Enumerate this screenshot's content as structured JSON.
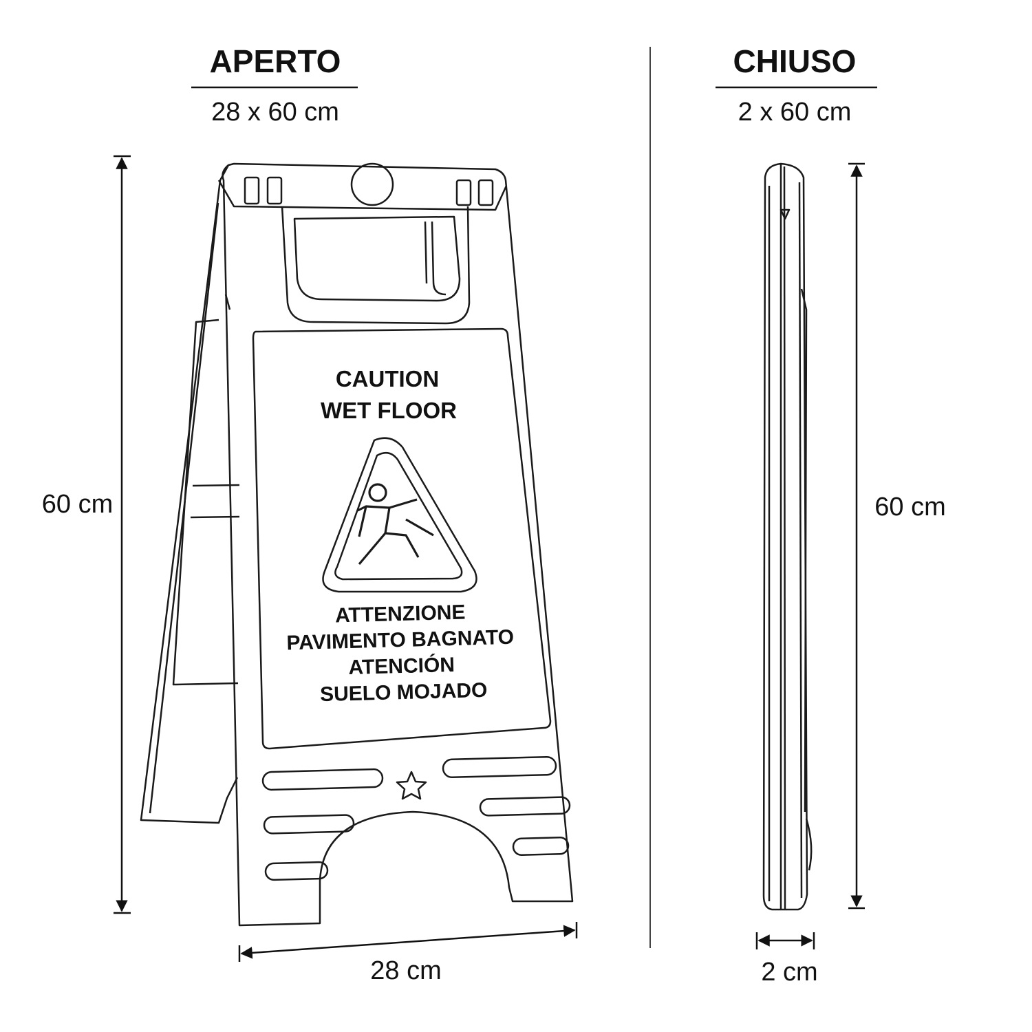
{
  "open": {
    "title": "APERTO",
    "size": "28 x 60 cm",
    "height_label": "60 cm",
    "width_label": "28 cm"
  },
  "closed": {
    "title": "CHIUSO",
    "size": "2 x 60 cm",
    "height_label": "60 cm",
    "width_label": "2 cm"
  },
  "sign": {
    "line1": "CAUTION",
    "line2": "WET FLOOR",
    "line3": "ATTENZIONE",
    "line4": "PAVIMENTO BAGNATO",
    "line5": "ATENCIÓN",
    "line6": "SUELO MOJADO",
    "icon": "slipping-person-warning-icon"
  }
}
